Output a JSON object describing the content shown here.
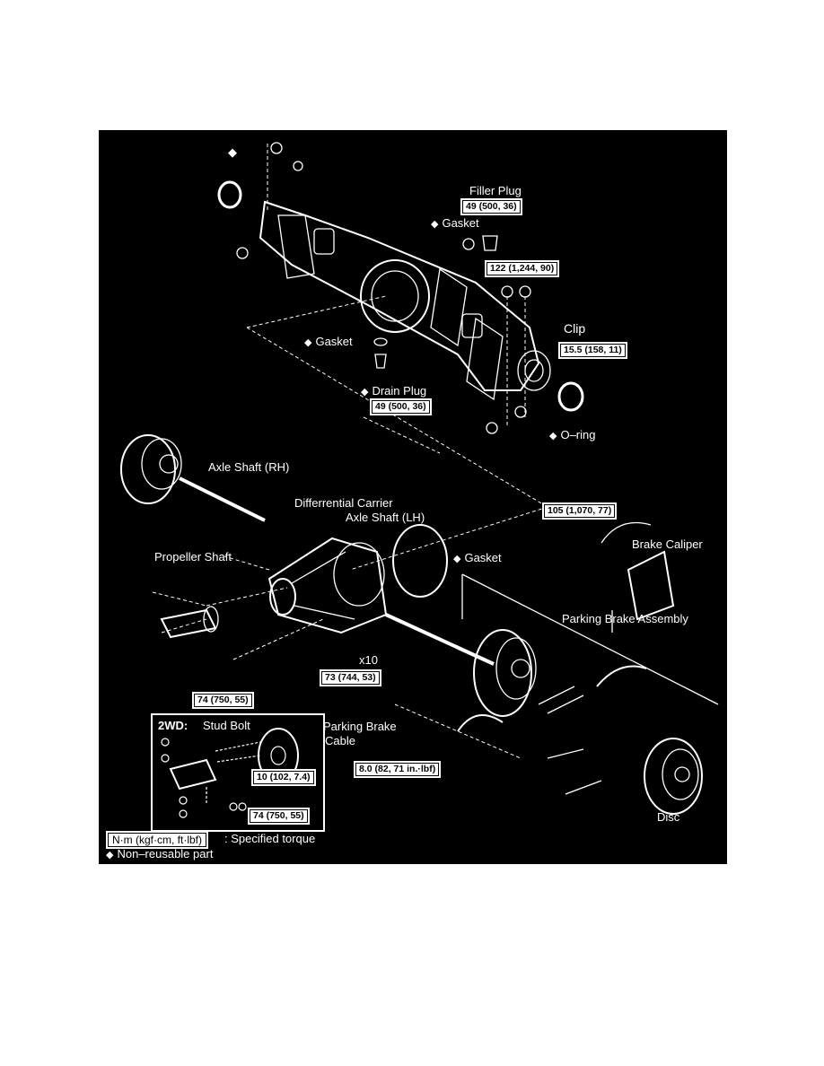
{
  "colors": {
    "background": "#000000",
    "ink": "#ffffff",
    "page": "#ffffff"
  },
  "icons": {
    "non_reusable_marker": "diamond-icon"
  },
  "labels": {
    "filler_plug": "Filler Plug",
    "filler_plug_torque": "49 (500, 36)",
    "gasket_top": "Gasket",
    "torque_122": "122 (1,244, 90)",
    "clip": "Clip",
    "torque_15_5": "15.5 (158, 11)",
    "gasket_left": "Gasket",
    "drain_plug": "Drain Plug",
    "drain_plug_torque": "49 (500, 36)",
    "o_ring": "O–ring",
    "axle_shaft_rh": "Axle Shaft (RH)",
    "differential_carrier": "Differrential Carrier",
    "axle_shaft_lh": "Axle Shaft (LH)",
    "torque_105": "105 (1,070, 77)",
    "brake_caliper": "Brake Caliper",
    "propeller_shaft": "Propeller Shaft",
    "gasket_mid": "Gasket",
    "parking_brake_assembly": "Parking Brake Assembly",
    "x10": "x10",
    "torque_73": "73 (744, 53)",
    "torque_74": "74 (750, 55)",
    "parking_brake_cable_1": "Parking Brake",
    "parking_brake_cable_2": "Cable",
    "torque_8_0": "8.0 (82, 71 in.·lbf)",
    "disc": "Disc"
  },
  "inset": {
    "title": "2WD:",
    "stud_bolt": "Stud Bolt",
    "torque_10": "10 (102, 7.4)",
    "torque_74": "74 (750, 55)"
  },
  "legend": {
    "units": "N·m (kgf·cm, ft·lbf)",
    "specified_torque": ": Specified torque",
    "non_reusable": "Non–reusable part"
  }
}
